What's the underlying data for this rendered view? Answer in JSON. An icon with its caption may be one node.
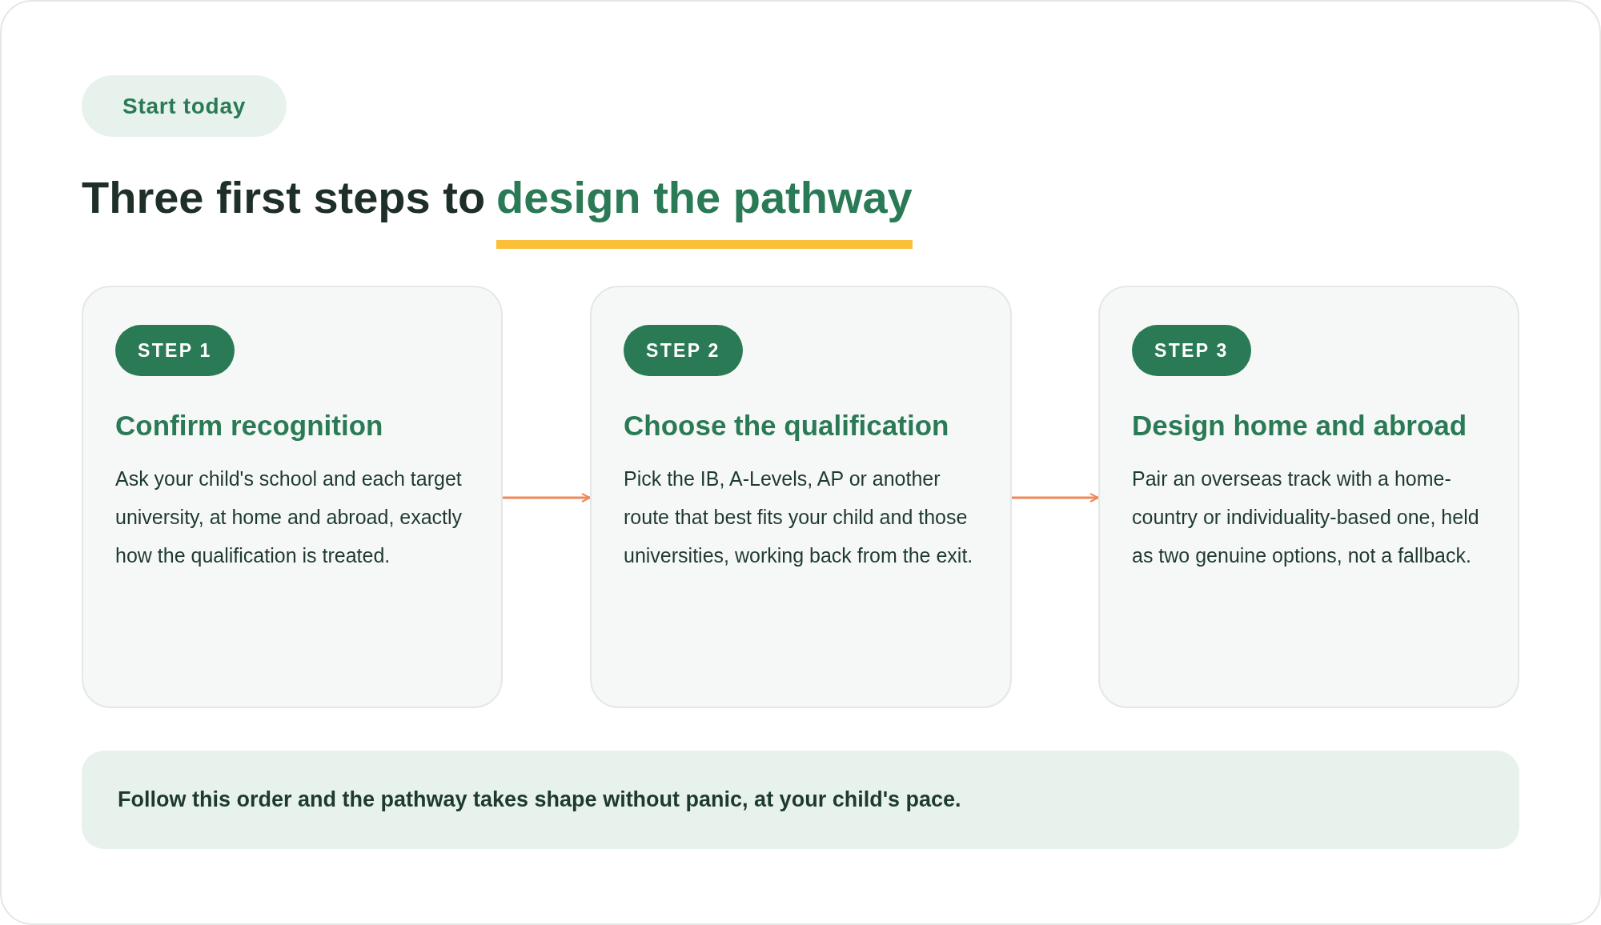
{
  "diagram": {
    "nodes": [
      {
        "text": [
          "Start today"
        ]
      },
      {
        "text": [
          "STEP 1",
          "Confirm recognition",
          "Ask your child's school and each target university, at home and abroad, exactly how the qualification is treated."
        ]
      },
      {
        "text": [
          "STEP 2",
          "Choose the qualification",
          "Pick the IB, A-Levels, AP or another route that best fits your child and those universities, working back from the exit."
        ]
      },
      {
        "text": [
          "STEP 3",
          "Design home and abroad",
          "Pair an overseas track with a home-country or individuality-based one, held as two genuine options, not a fallback."
        ]
      },
      {
        "text": [
          "Follow this order and the pathway takes shape without panic, at your child's pace."
        ]
      }
    ],
    "edges": [
      {
        "from": 1,
        "to": 2,
        "arrow": "to",
        "color": "#f0875a"
      },
      {
        "from": 2,
        "to": 3,
        "arrow": "to",
        "color": "#f0875a"
      }
    ],
    "labels": [
      "Three first steps to",
      "design the pathway"
    ]
  }
}
